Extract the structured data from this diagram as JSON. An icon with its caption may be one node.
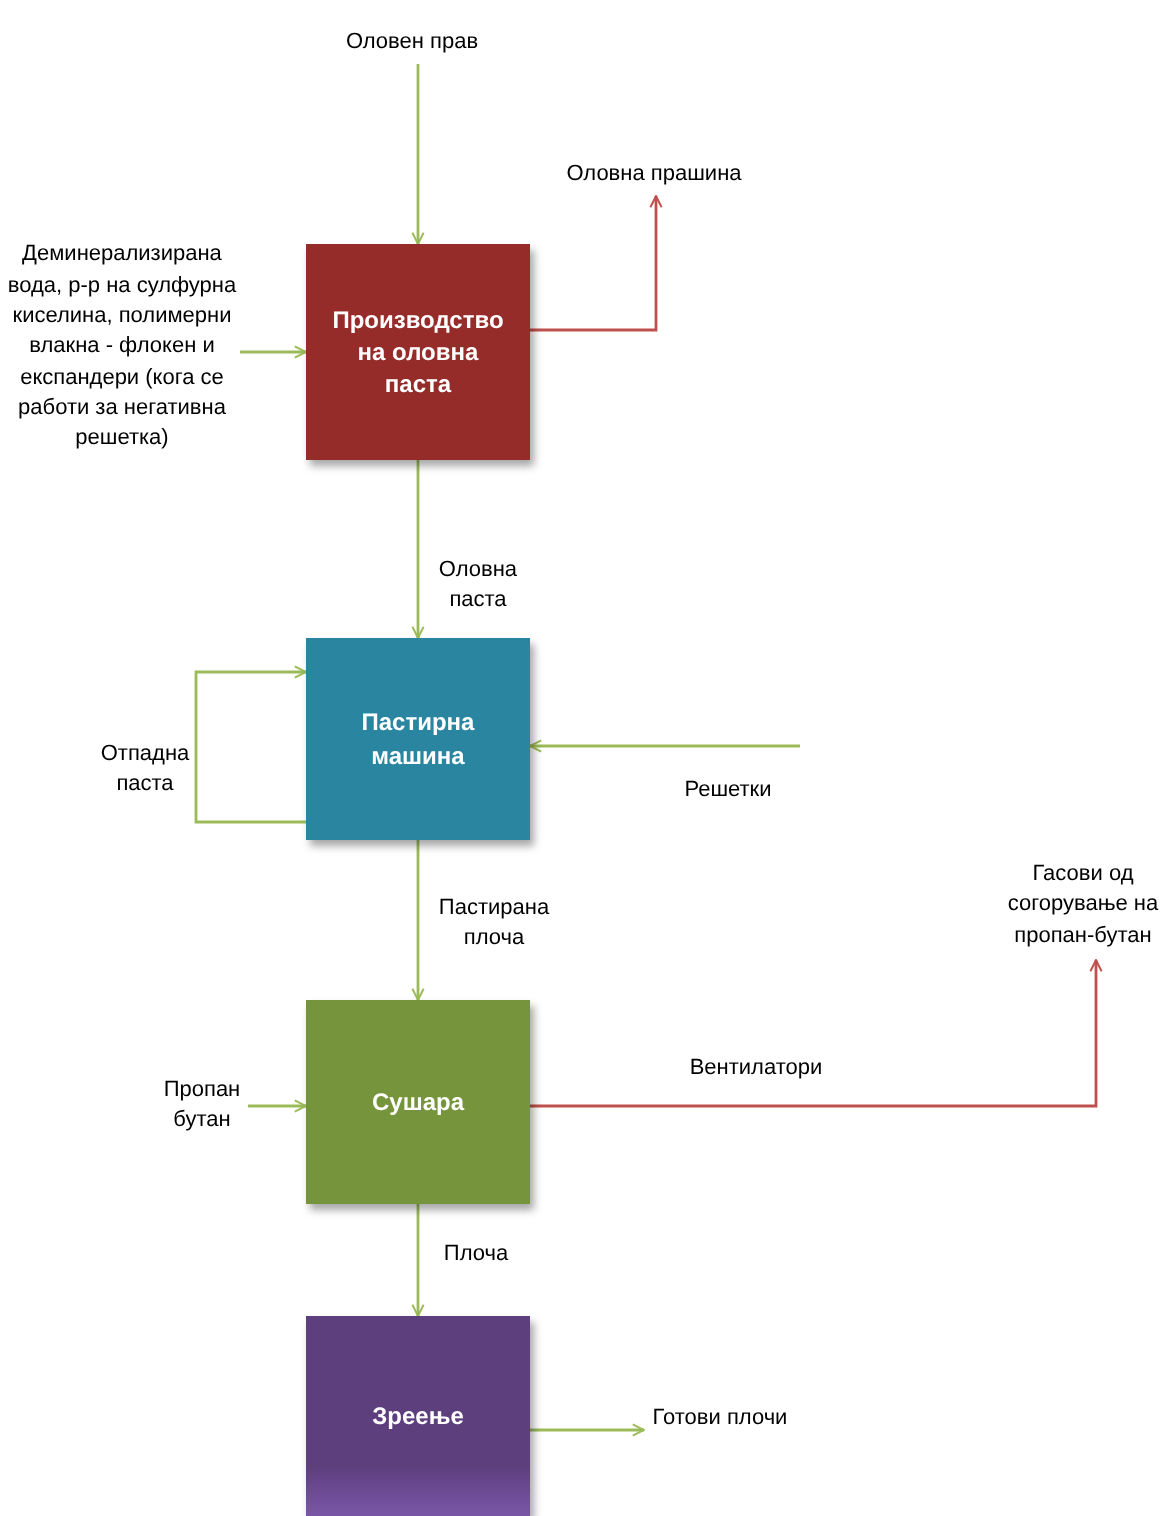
{
  "diagram": {
    "nodes": [
      {
        "text": [
          "Оловен прав"
        ]
      },
      {
        "text": [
          "Оловна прашина"
        ]
      },
      {
        "text": [
          "Деминерализирана вода, р-р на сулфурна киселина, полимерни влакна - флокен и експандери (кога се работи за негативна решетка)"
        ]
      },
      {
        "text": [
          "Производство на оловна паста"
        ]
      },
      {
        "text": [
          "Пастирна машина"
        ]
      },
      {
        "text": [
          "Гасови од согорување на пропан-бутан"
        ]
      },
      {
        "text": [
          "Пропан бутан"
        ]
      },
      {
        "text": [
          "Сушара"
        ]
      },
      {
        "text": [
          "Зреење"
        ]
      },
      {
        "text": [
          "Готови плочи"
        ]
      }
    ],
    "edges": [
      {
        "from": 0,
        "to": 3,
        "arrow": "to"
      },
      {
        "from": 2,
        "to": 3,
        "arrow": "to"
      },
      {
        "from": 3,
        "to": 1,
        "arrow": "to",
        "color": "#c0504d"
      },
      {
        "from": 3,
        "to": 4,
        "arrow": "to",
        "label": "Оловна паста"
      },
      {
        "from": 4,
        "to": 4,
        "arrow": "to",
        "label": "Отпадна паста"
      },
      {
        "from": null,
        "to": 4,
        "arrow": "to",
        "label": "Решетки"
      },
      {
        "from": 4,
        "to": 7,
        "arrow": "to",
        "label": "Пастирана плоча"
      },
      {
        "from": 6,
        "to": 7,
        "arrow": "to"
      },
      {
        "from": 7,
        "to": 5,
        "arrow": "to",
        "label": "Вентилатори",
        "color": "#c0504d"
      },
      {
        "from": 7,
        "to": 8,
        "arrow": "to",
        "label": "Плоча"
      },
      {
        "from": 8,
        "to": 9,
        "arrow": "to"
      }
    ]
  }
}
